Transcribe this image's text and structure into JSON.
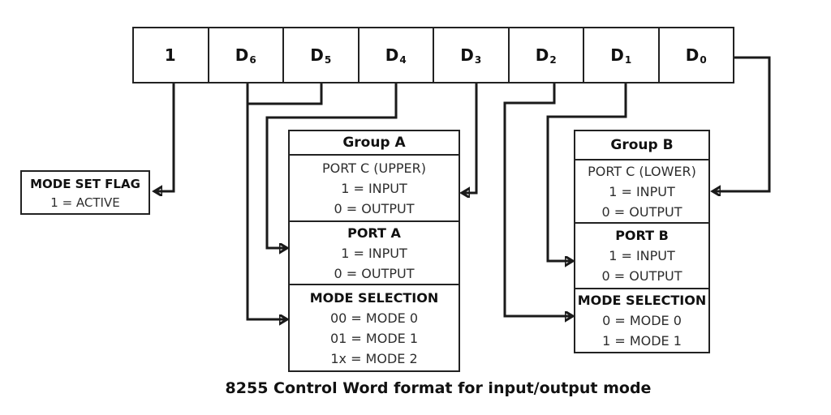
{
  "caption": "8255 Control Word format for input/output mode",
  "colors": {
    "line": "#1a1a1a",
    "background": "#ffffff",
    "text": "#222222"
  },
  "bits": [
    {
      "base": "1",
      "sub": ""
    },
    {
      "base": "D",
      "sub": "6"
    },
    {
      "base": "D",
      "sub": "5"
    },
    {
      "base": "D",
      "sub": "4"
    },
    {
      "base": "D",
      "sub": "3"
    },
    {
      "base": "D",
      "sub": "2"
    },
    {
      "base": "D",
      "sub": "1"
    },
    {
      "base": "D",
      "sub": "0"
    }
  ],
  "mode_set_flag": {
    "title": "MODE SET FLAG",
    "value": "1 = ACTIVE"
  },
  "group_a": {
    "title": "Group A",
    "sections": [
      {
        "title": "PORT C (UPPER)",
        "lines": [
          "1 = INPUT",
          "0 = OUTPUT"
        ]
      },
      {
        "title": "PORT A",
        "lines": [
          "1 = INPUT",
          "0 = OUTPUT"
        ]
      },
      {
        "title": "MODE SELECTION",
        "lines": [
          "00 = MODE 0",
          "01 = MODE 1",
          "1x = MODE 2"
        ]
      }
    ]
  },
  "group_b": {
    "title": "Group B",
    "sections": [
      {
        "title": "PORT C (LOWER)",
        "lines": [
          "1 = INPUT",
          "0 = OUTPUT"
        ]
      },
      {
        "title": "PORT B",
        "lines": [
          "1 = INPUT",
          "0 = OUTPUT"
        ]
      },
      {
        "title": "MODE SELECTION",
        "lines": [
          "0 = MODE 0",
          "1 = MODE 1"
        ]
      }
    ]
  }
}
